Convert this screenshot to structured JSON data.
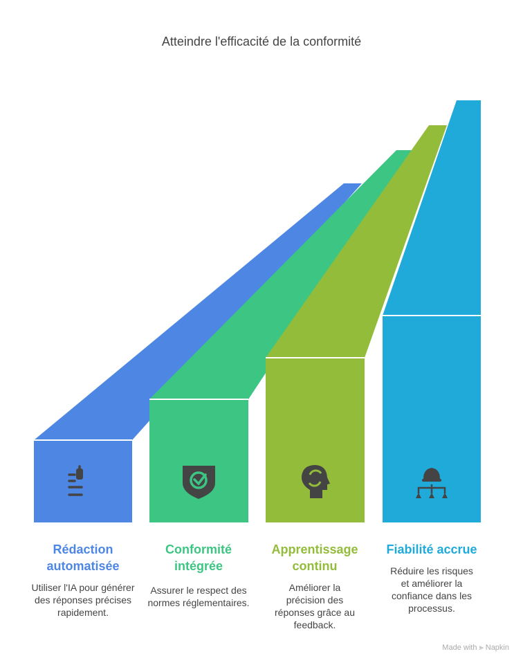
{
  "title": "Atteindre l'efficacité de la conformité",
  "steps": [
    {
      "title": "Rédaction automatisée",
      "desc": "Utiliser l'IA pour générer des réponses précises rapidement.",
      "color": "#4d86e3",
      "icon": "robot-text-icon"
    },
    {
      "title": "Conformité intégrée",
      "desc": "Assurer le respect des normes réglementaires.",
      "color": "#3dc583",
      "icon": "shield-check-icon"
    },
    {
      "title": "Apprentissage continu",
      "desc": "Améliorer la précision des réponses grâce au feedback.",
      "color": "#93bc3a",
      "icon": "head-cycle-icon"
    },
    {
      "title": "Fiabilité accrue",
      "desc": "Réduire les risques et améliorer la confiance dans les processus.",
      "color": "#1faad9",
      "icon": "hardhat-hierarchy-icon"
    }
  ],
  "brand": "Made with ⪢ Napkin"
}
